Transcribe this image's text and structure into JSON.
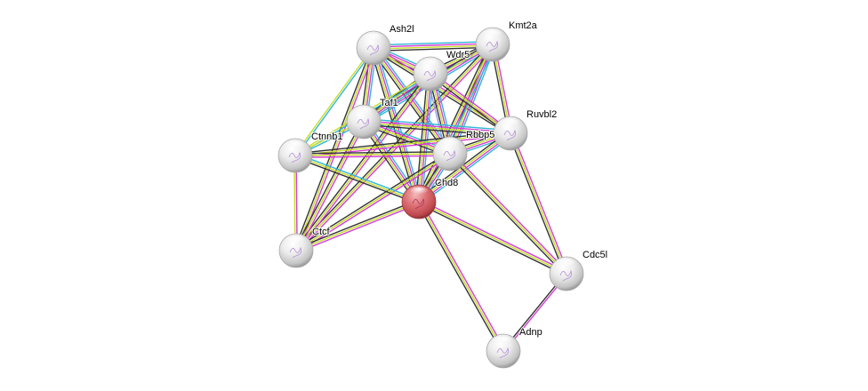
{
  "network": {
    "edge_colors": {
      "known_curated": "#2fb8d6",
      "experimental": "#d43ed4",
      "textmining": "#c8dc2a",
      "coexpression": "#333333",
      "homology": "#9e9ef0"
    },
    "query_color": "#d9666b",
    "default_node_color": "#e0e0e0",
    "nodes": [
      {
        "id": "Ash2l",
        "label": "Ash2l",
        "query": false
      },
      {
        "id": "Kmt2a",
        "label": "Kmt2a",
        "query": false
      },
      {
        "id": "Wdr5",
        "label": "Wdr5",
        "query": false
      },
      {
        "id": "Taf1",
        "label": "Taf1",
        "query": false
      },
      {
        "id": "Ruvbl2",
        "label": "Ruvbl2",
        "query": false
      },
      {
        "id": "Rbbp5",
        "label": "Rbbp5",
        "query": false
      },
      {
        "id": "Ctnnb1",
        "label": "Ctnnb1",
        "query": false
      },
      {
        "id": "Chd8",
        "label": "Chd8",
        "query": true
      },
      {
        "id": "Ctcf",
        "label": "Ctcf",
        "query": false
      },
      {
        "id": "Cdc5l",
        "label": "Cdc5l",
        "query": false
      },
      {
        "id": "Adnp",
        "label": "Adnp",
        "query": false
      }
    ],
    "edges": [
      {
        "a": "Ash2l",
        "b": "Kmt2a",
        "types": [
          "known_curated",
          "experimental",
          "textmining",
          "coexpression"
        ]
      },
      {
        "a": "Ash2l",
        "b": "Wdr5",
        "types": [
          "known_curated",
          "experimental",
          "textmining",
          "coexpression"
        ]
      },
      {
        "a": "Ash2l",
        "b": "Rbbp5",
        "types": [
          "known_curated",
          "experimental",
          "textmining",
          "coexpression"
        ]
      },
      {
        "a": "Ash2l",
        "b": "Ruvbl2",
        "types": [
          "experimental",
          "textmining",
          "coexpression"
        ]
      },
      {
        "a": "Ash2l",
        "b": "Taf1",
        "types": [
          "known_curated",
          "experimental",
          "textmining",
          "coexpression"
        ]
      },
      {
        "a": "Ash2l",
        "b": "Ctnnb1",
        "types": [
          "known_curated",
          "textmining"
        ]
      },
      {
        "a": "Ash2l",
        "b": "Chd8",
        "types": [
          "known_curated",
          "experimental",
          "textmining",
          "coexpression"
        ]
      },
      {
        "a": "Ash2l",
        "b": "Ctcf",
        "types": [
          "experimental",
          "textmining",
          "coexpression"
        ]
      },
      {
        "a": "Kmt2a",
        "b": "Wdr5",
        "types": [
          "known_curated",
          "experimental",
          "textmining",
          "coexpression"
        ]
      },
      {
        "a": "Kmt2a",
        "b": "Rbbp5",
        "types": [
          "known_curated",
          "experimental",
          "textmining",
          "coexpression"
        ]
      },
      {
        "a": "Kmt2a",
        "b": "Ruvbl2",
        "types": [
          "experimental",
          "textmining",
          "coexpression"
        ]
      },
      {
        "a": "Kmt2a",
        "b": "Taf1",
        "types": [
          "known_curated",
          "experimental",
          "textmining",
          "coexpression"
        ]
      },
      {
        "a": "Kmt2a",
        "b": "Chd8",
        "types": [
          "known_curated",
          "experimental",
          "textmining",
          "coexpression"
        ]
      },
      {
        "a": "Kmt2a",
        "b": "Ctcf",
        "types": [
          "experimental",
          "textmining",
          "coexpression"
        ]
      },
      {
        "a": "Wdr5",
        "b": "Rbbp5",
        "types": [
          "known_curated",
          "experimental",
          "textmining",
          "coexpression",
          "homology"
        ]
      },
      {
        "a": "Wdr5",
        "b": "Ruvbl2",
        "types": [
          "experimental",
          "textmining",
          "coexpression"
        ]
      },
      {
        "a": "Wdr5",
        "b": "Taf1",
        "types": [
          "known_curated",
          "experimental",
          "textmining",
          "coexpression"
        ]
      },
      {
        "a": "Wdr5",
        "b": "Ctnnb1",
        "types": [
          "known_curated",
          "textmining"
        ]
      },
      {
        "a": "Wdr5",
        "b": "Chd8",
        "types": [
          "known_curated",
          "experimental",
          "textmining",
          "coexpression"
        ]
      },
      {
        "a": "Wdr5",
        "b": "Ctcf",
        "types": [
          "experimental",
          "textmining",
          "coexpression"
        ]
      },
      {
        "a": "Taf1",
        "b": "Rbbp5",
        "types": [
          "known_curated",
          "experimental",
          "textmining",
          "coexpression"
        ]
      },
      {
        "a": "Taf1",
        "b": "Ruvbl2",
        "types": [
          "known_curated",
          "experimental",
          "textmining",
          "coexpression"
        ]
      },
      {
        "a": "Taf1",
        "b": "Chd8",
        "types": [
          "known_curated",
          "experimental",
          "textmining",
          "coexpression"
        ]
      },
      {
        "a": "Taf1",
        "b": "Ctcf",
        "types": [
          "experimental",
          "textmining",
          "coexpression"
        ]
      },
      {
        "a": "Taf1",
        "b": "Ctnnb1",
        "types": [
          "known_curated",
          "textmining"
        ]
      },
      {
        "a": "Ruvbl2",
        "b": "Rbbp5",
        "types": [
          "known_curated",
          "experimental",
          "textmining",
          "coexpression"
        ]
      },
      {
        "a": "Ruvbl2",
        "b": "Ctnnb1",
        "types": [
          "experimental",
          "textmining",
          "coexpression"
        ]
      },
      {
        "a": "Ruvbl2",
        "b": "Chd8",
        "types": [
          "known_curated",
          "experimental",
          "textmining",
          "coexpression"
        ]
      },
      {
        "a": "Ruvbl2",
        "b": "Cdc5l",
        "types": [
          "experimental",
          "textmining",
          "coexpression"
        ]
      },
      {
        "a": "Rbbp5",
        "b": "Ctnnb1",
        "types": [
          "experimental",
          "textmining",
          "coexpression"
        ]
      },
      {
        "a": "Rbbp5",
        "b": "Chd8",
        "types": [
          "known_curated",
          "experimental",
          "textmining",
          "coexpression"
        ]
      },
      {
        "a": "Rbbp5",
        "b": "Ctcf",
        "types": [
          "experimental",
          "textmining",
          "coexpression"
        ]
      },
      {
        "a": "Rbbp5",
        "b": "Cdc5l",
        "types": [
          "experimental",
          "textmining",
          "coexpression"
        ]
      },
      {
        "a": "Ctnnb1",
        "b": "Chd8",
        "types": [
          "known_curated",
          "textmining",
          "coexpression"
        ]
      },
      {
        "a": "Ctnnb1",
        "b": "Ctcf",
        "types": [
          "experimental",
          "textmining"
        ]
      },
      {
        "a": "Chd8",
        "b": "Ctcf",
        "types": [
          "experimental",
          "textmining",
          "coexpression"
        ]
      },
      {
        "a": "Chd8",
        "b": "Cdc5l",
        "types": [
          "experimental",
          "textmining",
          "coexpression"
        ]
      },
      {
        "a": "Chd8",
        "b": "Adnp",
        "types": [
          "experimental",
          "textmining",
          "coexpression"
        ]
      },
      {
        "a": "Cdc5l",
        "b": "Adnp",
        "types": [
          "experimental",
          "coexpression"
        ]
      }
    ]
  }
}
